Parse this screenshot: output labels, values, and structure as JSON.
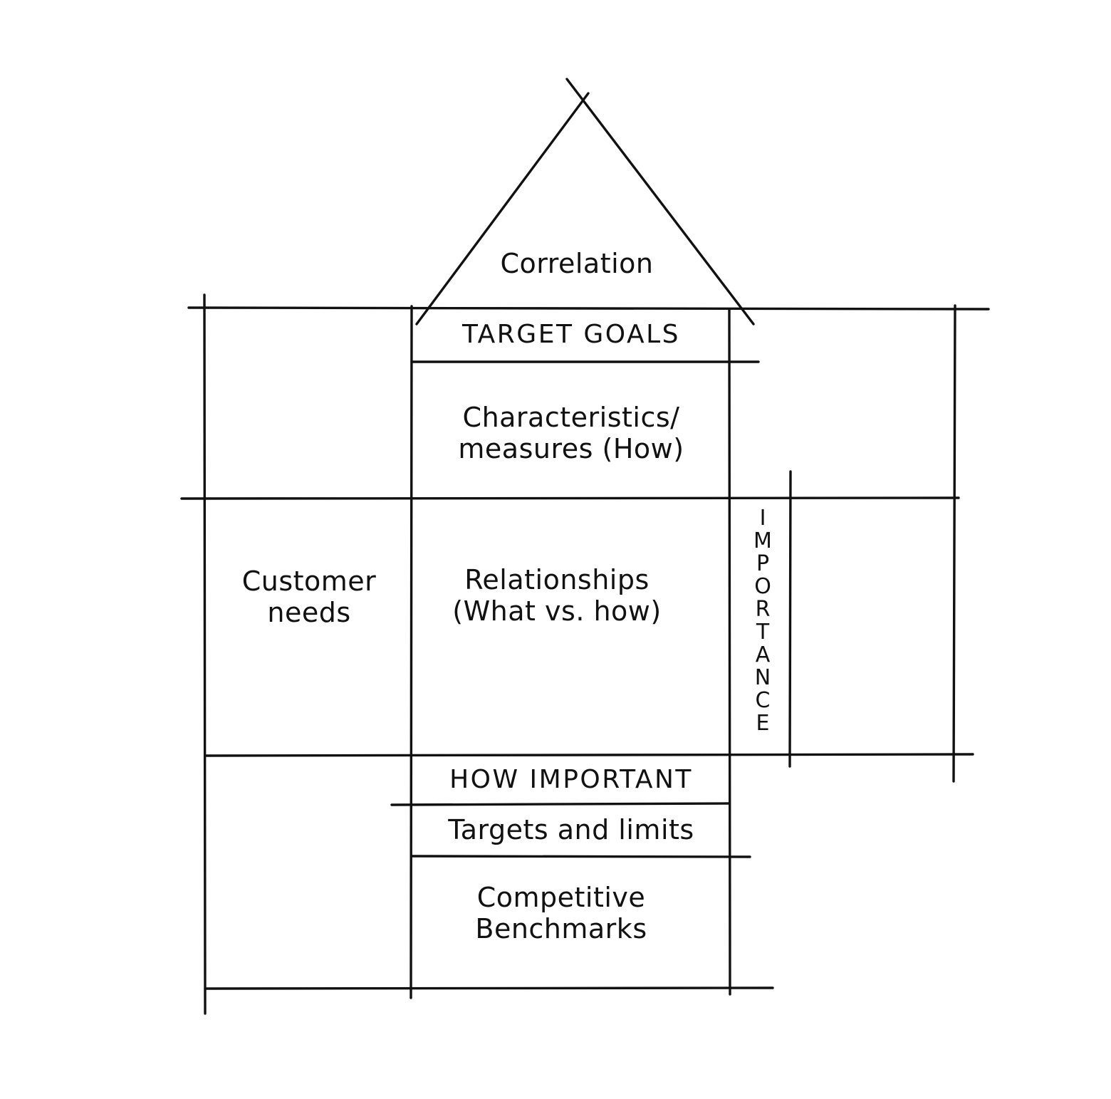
{
  "diagram": {
    "roof": {
      "label": "Correlation"
    },
    "target_goals": "TARGET GOALS",
    "characteristics": {
      "line1": "Characteristics/",
      "line2": "measures (How)"
    },
    "customer_needs": {
      "line1": "Customer",
      "line2": "needs"
    },
    "relationships": {
      "line1": "Relationships",
      "line2": "(What vs. how)"
    },
    "importance": "IMPORTANCE",
    "how_important": "HOW IMPORTANT",
    "targets_limits": "Targets and limits",
    "benchmarks": {
      "line1": "Competitive",
      "line2": "Benchmarks"
    }
  },
  "colors": {
    "ink": "#111111",
    "background": "#ffffff"
  }
}
